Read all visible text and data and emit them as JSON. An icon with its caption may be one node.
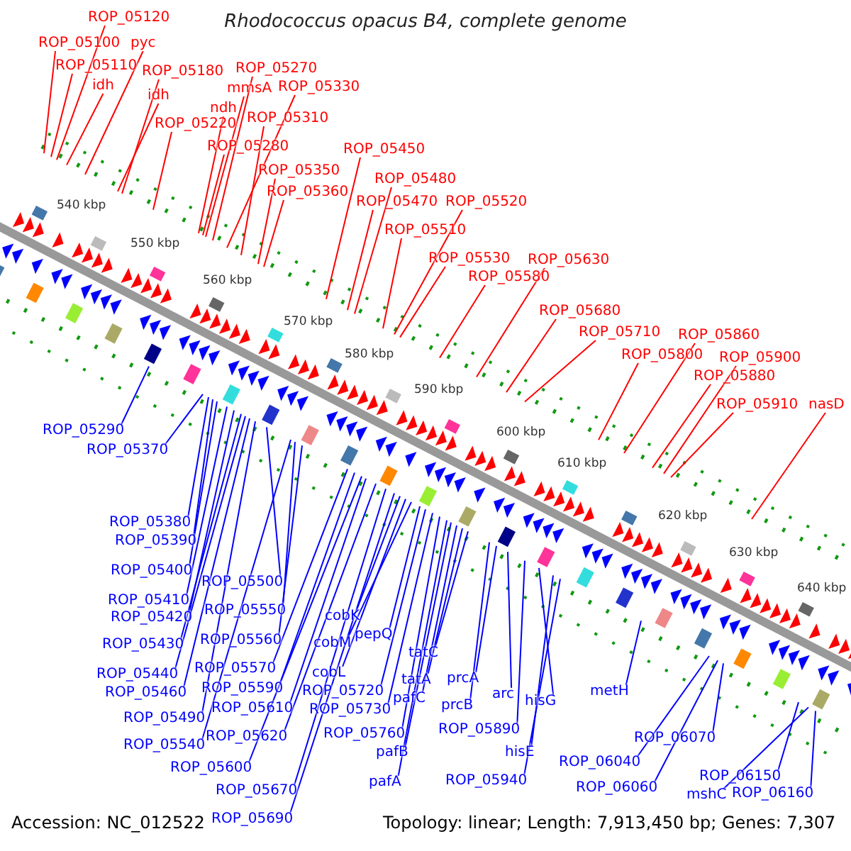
{
  "diagram": {
    "title": "Rhodococcus opacus B4, complete genome",
    "nodes": [
      {
        "text": [
          "ROP_05120"
        ]
      },
      {
        "text": [
          "ROP_05100"
        ]
      },
      {
        "text": [
          "pyc"
        ]
      },
      {
        "text": [
          "ROP_05110"
        ]
      },
      {
        "text": [
          "idh"
        ]
      },
      {
        "text": [
          "ROP_05180"
        ]
      },
      {
        "text": [
          "idh"
        ]
      },
      {
        "text": [
          "ROP_05270"
        ]
      },
      {
        "text": [
          "mmsA"
        ]
      },
      {
        "text": [
          "ROP_05330"
        ]
      },
      {
        "text": [
          "ndh"
        ]
      },
      {
        "text": [
          "ROP_05220"
        ]
      },
      {
        "text": [
          "ROP_05310"
        ]
      },
      {
        "text": [
          "ROP_05280"
        ]
      },
      {
        "text": [
          "ROP_05350"
        ]
      },
      {
        "text": [
          "ROP_05360"
        ]
      },
      {
        "text": [
          "ROP_05450"
        ]
      },
      {
        "text": [
          "ROP_05480"
        ]
      },
      {
        "text": [
          "ROP_05470"
        ]
      },
      {
        "text": [
          "ROP_05520"
        ]
      },
      {
        "text": [
          "ROP_05510"
        ]
      },
      {
        "text": [
          "ROP_05530"
        ]
      },
      {
        "text": [
          "ROP_05630"
        ]
      },
      {
        "text": [
          "ROP_05580"
        ]
      },
      {
        "text": [
          "ROP_05680"
        ]
      },
      {
        "text": [
          "ROP_05710"
        ]
      },
      {
        "text": [
          "ROP_05860"
        ]
      },
      {
        "text": [
          "ROP_05800"
        ]
      },
      {
        "text": [
          "ROP_05900"
        ]
      },
      {
        "text": [
          "ROP_05880"
        ]
      },
      {
        "text": [
          "ROP_05910"
        ]
      },
      {
        "text": [
          "nasD"
        ]
      },
      {
        "text": [
          "ROP_05290"
        ]
      },
      {
        "text": [
          "ROP_05370"
        ]
      },
      {
        "text": [
          "ROP_05380"
        ]
      },
      {
        "text": [
          "ROP_05390"
        ]
      },
      {
        "text": [
          "ROP_05400"
        ]
      },
      {
        "text": [
          "ROP_05410"
        ]
      },
      {
        "text": [
          "ROP_05420"
        ]
      },
      {
        "text": [
          "ROP_05430"
        ]
      },
      {
        "text": [
          "ROP_05440"
        ]
      },
      {
        "text": [
          "ROP_05460"
        ]
      },
      {
        "text": [
          "ROP_05490"
        ]
      },
      {
        "text": [
          "ROP_05540"
        ]
      },
      {
        "text": [
          "ROP_05500"
        ]
      },
      {
        "text": [
          "ROP_05550"
        ]
      },
      {
        "text": [
          "ROP_05560"
        ]
      },
      {
        "text": [
          "ROP_05570"
        ]
      },
      {
        "text": [
          "ROP_05590"
        ]
      },
      {
        "text": [
          "ROP_05610"
        ]
      },
      {
        "text": [
          "ROP_05620"
        ]
      },
      {
        "text": [
          "ROP_05600"
        ]
      },
      {
        "text": [
          "ROP_05670"
        ]
      },
      {
        "text": [
          "ROP_05690"
        ]
      },
      {
        "text": [
          "cobK"
        ]
      },
      {
        "text": [
          "pepQ"
        ]
      },
      {
        "text": [
          "cobM"
        ]
      },
      {
        "text": [
          "cobL"
        ]
      },
      {
        "text": [
          "ROP_05720"
        ]
      },
      {
        "text": [
          "ROP_05730"
        ]
      },
      {
        "text": [
          "ROP_05760"
        ]
      },
      {
        "text": [
          "pafB"
        ]
      },
      {
        "text": [
          "pafA"
        ]
      },
      {
        "text": [
          "tatC"
        ]
      },
      {
        "text": [
          "tatA"
        ]
      },
      {
        "text": [
          "pafC"
        ]
      },
      {
        "text": [
          "prcA"
        ]
      },
      {
        "text": [
          "prcB"
        ]
      },
      {
        "text": [
          "arc"
        ]
      },
      {
        "text": [
          "hisG"
        ]
      },
      {
        "text": [
          "ROP_05890"
        ]
      },
      {
        "text": [
          "hisE"
        ]
      },
      {
        "text": [
          "ROP_05940"
        ]
      },
      {
        "text": [
          "metH"
        ]
      },
      {
        "text": [
          "ROP_06070"
        ]
      },
      {
        "text": [
          "ROP_06040"
        ]
      },
      {
        "text": [
          "ROP_06060"
        ]
      },
      {
        "text": [
          "ROP_06150"
        ]
      },
      {
        "text": [
          "mshC"
        ]
      },
      {
        "text": [
          "ROP_06160"
        ]
      }
    ],
    "edges": [
      {
        "from": 0,
        "to": null,
        "arrow": "none",
        "color": "#ff0000"
      },
      {
        "from": 1,
        "to": null,
        "arrow": "none",
        "color": "#ff0000"
      },
      {
        "from": 2,
        "to": null,
        "arrow": "none",
        "color": "#ff0000"
      },
      {
        "from": 3,
        "to": null,
        "arrow": "none",
        "color": "#ff0000"
      },
      {
        "from": 4,
        "to": null,
        "arrow": "none",
        "color": "#ff0000"
      },
      {
        "from": 5,
        "to": null,
        "arrow": "none",
        "color": "#ff0000"
      },
      {
        "from": 6,
        "to": null,
        "arrow": "none",
        "color": "#ff0000"
      },
      {
        "from": 7,
        "to": null,
        "arrow": "none",
        "color": "#ff0000"
      },
      {
        "from": 8,
        "to": null,
        "arrow": "none",
        "color": "#ff0000"
      },
      {
        "from": 9,
        "to": null,
        "arrow": "none",
        "color": "#ff0000"
      },
      {
        "from": 10,
        "to": null,
        "arrow": "none",
        "color": "#ff0000"
      },
      {
        "from": 11,
        "to": null,
        "arrow": "none",
        "color": "#ff0000"
      },
      {
        "from": 12,
        "to": null,
        "arrow": "none",
        "color": "#ff0000"
      },
      {
        "from": 13,
        "to": null,
        "arrow": "none",
        "color": "#ff0000"
      },
      {
        "from": 14,
        "to": null,
        "arrow": "none",
        "color": "#ff0000"
      },
      {
        "from": 15,
        "to": null,
        "arrow": "none",
        "color": "#ff0000"
      },
      {
        "from": 16,
        "to": null,
        "arrow": "none",
        "color": "#ff0000"
      },
      {
        "from": 17,
        "to": null,
        "arrow": "none",
        "color": "#ff0000"
      },
      {
        "from": 18,
        "to": null,
        "arrow": "none",
        "color": "#ff0000"
      },
      {
        "from": 19,
        "to": null,
        "arrow": "none",
        "color": "#ff0000"
      },
      {
        "from": 20,
        "to": null,
        "arrow": "none",
        "color": "#ff0000"
      },
      {
        "from": 21,
        "to": null,
        "arrow": "none",
        "color": "#ff0000"
      },
      {
        "from": 22,
        "to": null,
        "arrow": "none",
        "color": "#ff0000"
      },
      {
        "from": 23,
        "to": null,
        "arrow": "none",
        "color": "#ff0000"
      },
      {
        "from": 24,
        "to": null,
        "arrow": "none",
        "color": "#ff0000"
      },
      {
        "from": 25,
        "to": null,
        "arrow": "none",
        "color": "#ff0000"
      },
      {
        "from": 26,
        "to": null,
        "arrow": "none",
        "color": "#ff0000"
      },
      {
        "from": 27,
        "to": null,
        "arrow": "none",
        "color": "#ff0000"
      },
      {
        "from": 28,
        "to": null,
        "arrow": "none",
        "color": "#ff0000"
      },
      {
        "from": 29,
        "to": null,
        "arrow": "none",
        "color": "#ff0000"
      },
      {
        "from": 30,
        "to": null,
        "arrow": "none",
        "color": "#ff0000"
      },
      {
        "from": 31,
        "to": null,
        "arrow": "none",
        "color": "#ff0000"
      },
      {
        "from": 32,
        "to": null,
        "arrow": "none"
      },
      {
        "from": 33,
        "to": null,
        "arrow": "none"
      },
      {
        "from": 34,
        "to": null,
        "arrow": "none"
      },
      {
        "from": 35,
        "to": null,
        "arrow": "none"
      },
      {
        "from": 36,
        "to": null,
        "arrow": "none"
      },
      {
        "from": 37,
        "to": null,
        "arrow": "none"
      },
      {
        "from": 38,
        "to": null,
        "arrow": "none"
      },
      {
        "from": 39,
        "to": null,
        "arrow": "none"
      },
      {
        "from": 40,
        "to": null,
        "arrow": "none"
      },
      {
        "from": 41,
        "to": null,
        "arrow": "none"
      },
      {
        "from": 42,
        "to": null,
        "arrow": "none"
      },
      {
        "from": 43,
        "to": null,
        "arrow": "none"
      },
      {
        "from": 44,
        "to": null,
        "arrow": "none"
      },
      {
        "from": 45,
        "to": null,
        "arrow": "none"
      },
      {
        "from": 46,
        "to": null,
        "arrow": "none"
      },
      {
        "from": 47,
        "to": null,
        "arrow": "none"
      },
      {
        "from": 48,
        "to": null,
        "arrow": "none"
      },
      {
        "from": 49,
        "to": null,
        "arrow": "none"
      },
      {
        "from": 50,
        "to": null,
        "arrow": "none"
      },
      {
        "from": 51,
        "to": null,
        "arrow": "none"
      },
      {
        "from": 52,
        "to": null,
        "arrow": "none"
      },
      {
        "from": 53,
        "to": null,
        "arrow": "none"
      },
      {
        "from": 54,
        "to": null,
        "arrow": "none"
      },
      {
        "from": 55,
        "to": null,
        "arrow": "none"
      },
      {
        "from": 56,
        "to": null,
        "arrow": "none"
      },
      {
        "from": 57,
        "to": null,
        "arrow": "none"
      },
      {
        "from": 58,
        "to": null,
        "arrow": "none"
      },
      {
        "from": 59,
        "to": null,
        "arrow": "none"
      },
      {
        "from": 60,
        "to": null,
        "arrow": "none"
      },
      {
        "from": 61,
        "to": null,
        "arrow": "none"
      },
      {
        "from": 62,
        "to": null,
        "arrow": "none"
      },
      {
        "from": 63,
        "to": null,
        "arrow": "none"
      },
      {
        "from": 64,
        "to": null,
        "arrow": "none"
      },
      {
        "from": 65,
        "to": null,
        "arrow": "none"
      },
      {
        "from": 66,
        "to": null,
        "arrow": "none"
      },
      {
        "from": 67,
        "to": null,
        "arrow": "none"
      },
      {
        "from": 68,
        "to": null,
        "arrow": "none"
      },
      {
        "from": 69,
        "to": null,
        "arrow": "none"
      },
      {
        "from": 70,
        "to": null,
        "arrow": "none"
      },
      {
        "from": 71,
        "to": null,
        "arrow": "none"
      },
      {
        "from": 72,
        "to": null,
        "arrow": "none"
      },
      {
        "from": 73,
        "to": null,
        "arrow": "none"
      },
      {
        "from": 74,
        "to": null,
        "arrow": "none"
      },
      {
        "from": 75,
        "to": null,
        "arrow": "none"
      },
      {
        "from": 76,
        "to": null,
        "arrow": "none"
      },
      {
        "from": 77,
        "to": null,
        "arrow": "none"
      },
      {
        "from": 78,
        "to": null,
        "arrow": "none"
      },
      {
        "from": 79,
        "to": null,
        "arrow": "none"
      }
    ],
    "labels": [
      "540 kbp",
      "550 kbp",
      "560 kbp",
      "570 kbp",
      "580 kbp",
      "590 kbp",
      "600 kbp",
      "610 kbp",
      "620 kbp",
      "630 kbp",
      "640 kbp",
      "Accession: NC_012522",
      "Topology: linear; Length: 7,913,450 bp; Genes: 7,307"
    ]
  }
}
